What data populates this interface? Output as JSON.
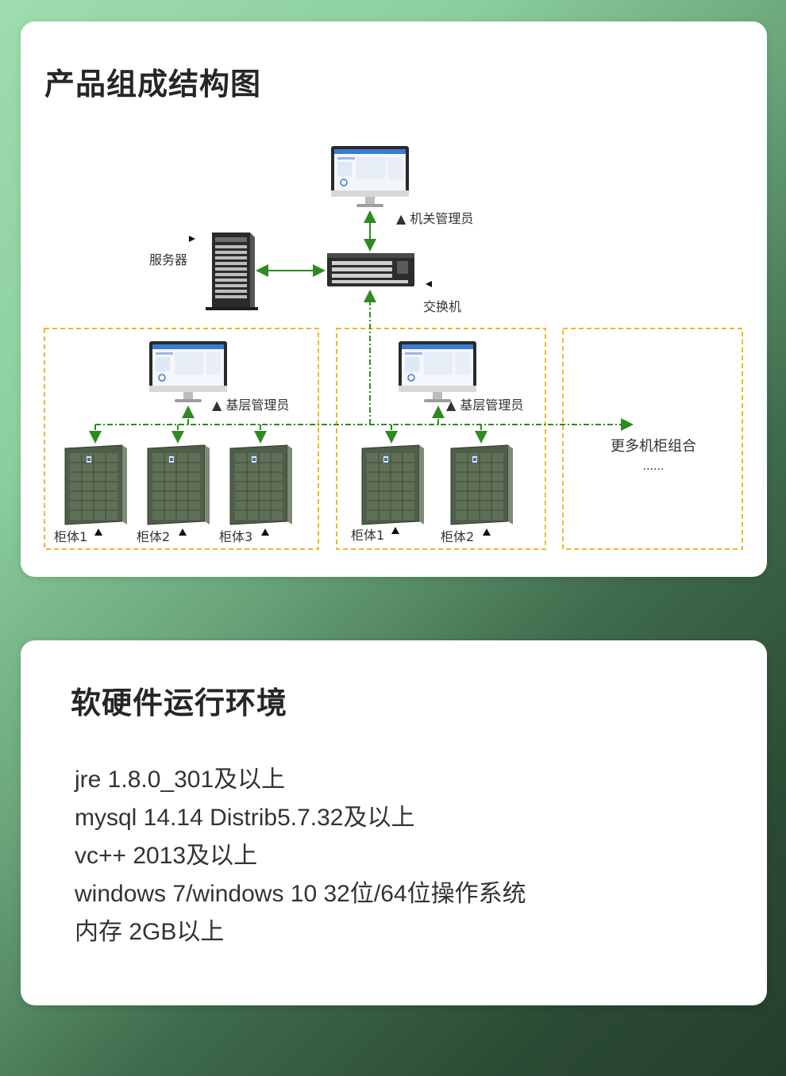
{
  "colors": {
    "accent_green": "#2e8b22",
    "dashed_box": "#f2b724",
    "card_bg": "#ffffff"
  },
  "section1": {
    "title": "产品组成结构图",
    "labels": {
      "admin": "▲ 机关管理员",
      "server": "服务器",
      "switch": "交换机",
      "base_admin_1": "▲ 基层管理员",
      "base_admin_2": "▲ 基层管理员",
      "more_cabinets": "更多机柜组合",
      "more_dots": "......",
      "group1_cabinets": [
        "柜体1",
        "柜体2",
        "柜体3"
      ],
      "group2_cabinets": [
        "柜体1",
        "柜体2"
      ]
    },
    "icons": [
      "monitor-icon",
      "server-icon",
      "switch-icon",
      "cabinet-icon"
    ]
  },
  "section2": {
    "title": "软硬件运行环境",
    "items": [
      "jre 1.8.0_301及以上",
      "mysql 14.14 Distrib5.7.32及以上",
      "vc++ 2013及以上",
      "windows 7/windows 10 32位/64位操作系统",
      "内存 2GB以上"
    ]
  }
}
